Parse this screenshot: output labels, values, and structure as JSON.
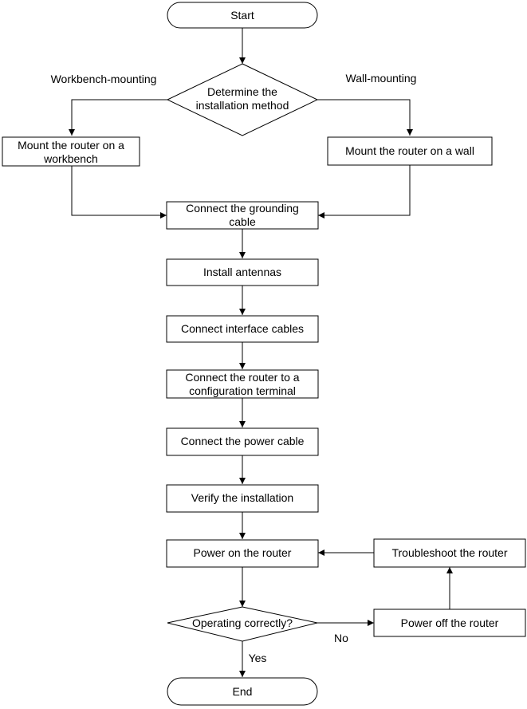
{
  "flowchart": {
    "start": "Start",
    "end": "End",
    "decision_method": [
      "Determine the",
      "installation method"
    ],
    "label_workbench": "Workbench-mounting",
    "label_wall": "Wall-mounting",
    "step_workbench": [
      "Mount the router on a",
      "workbench"
    ],
    "step_wall": "Mount the router on a wall",
    "step_grounding": [
      "Connect the grounding",
      "cable"
    ],
    "step_antennas": "Install antennas",
    "step_interface": "Connect interface cables",
    "step_terminal": [
      "Connect the router to a",
      "configuration terminal"
    ],
    "step_power_cable": "Connect the power cable",
    "step_verify": "Verify the installation",
    "step_power_on": "Power on the router",
    "decision_operating": "Operating correctly?",
    "label_yes": "Yes",
    "label_no": "No",
    "step_power_off": "Power off the router",
    "step_troubleshoot": "Troubleshoot the router"
  }
}
